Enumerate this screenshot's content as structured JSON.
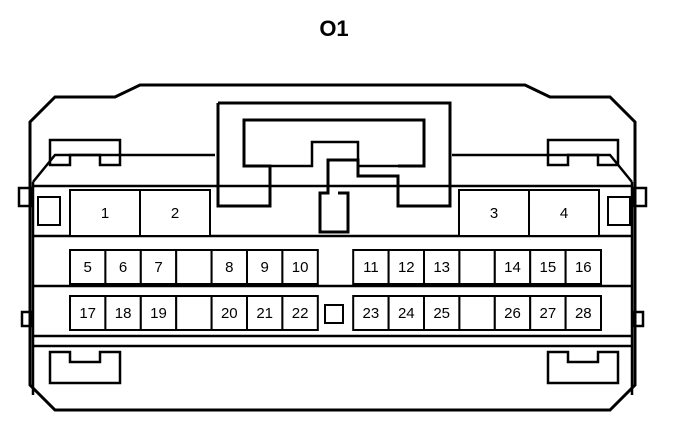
{
  "connector": {
    "id": "O1",
    "pins_large": [
      "1",
      "2",
      "3",
      "4"
    ],
    "row1": [
      "5",
      "6",
      "7",
      "",
      "8",
      "9",
      "10",
      "",
      "11",
      "12",
      "13",
      "",
      "14",
      "15",
      "16"
    ],
    "row2": [
      "17",
      "18",
      "19",
      "",
      "20",
      "21",
      "22",
      "",
      "23",
      "24",
      "25",
      "",
      "26",
      "27",
      "28"
    ]
  }
}
